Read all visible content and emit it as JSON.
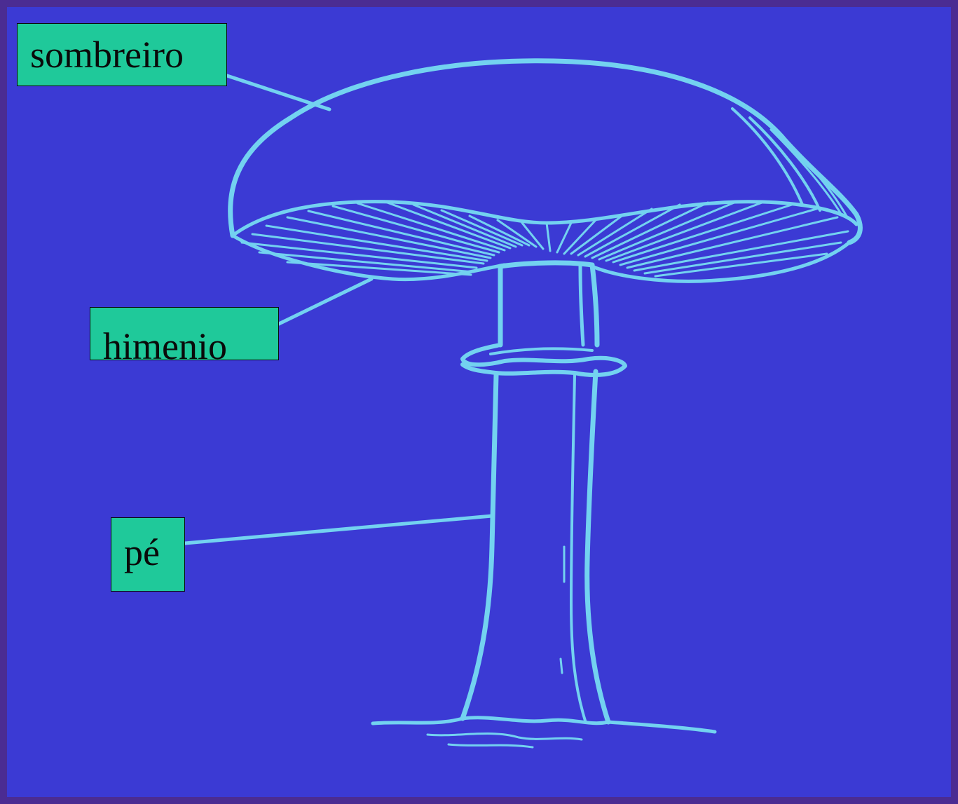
{
  "labels": {
    "sombreiro": "sombreiro",
    "himenio": "himenio",
    "pe": "pé"
  },
  "colors": {
    "background": "#3b3ad4",
    "border": "#4b2c92",
    "line_art": "#73d2f0",
    "label_fill": "#1fc99a",
    "label_text": "#0a0a0a"
  }
}
